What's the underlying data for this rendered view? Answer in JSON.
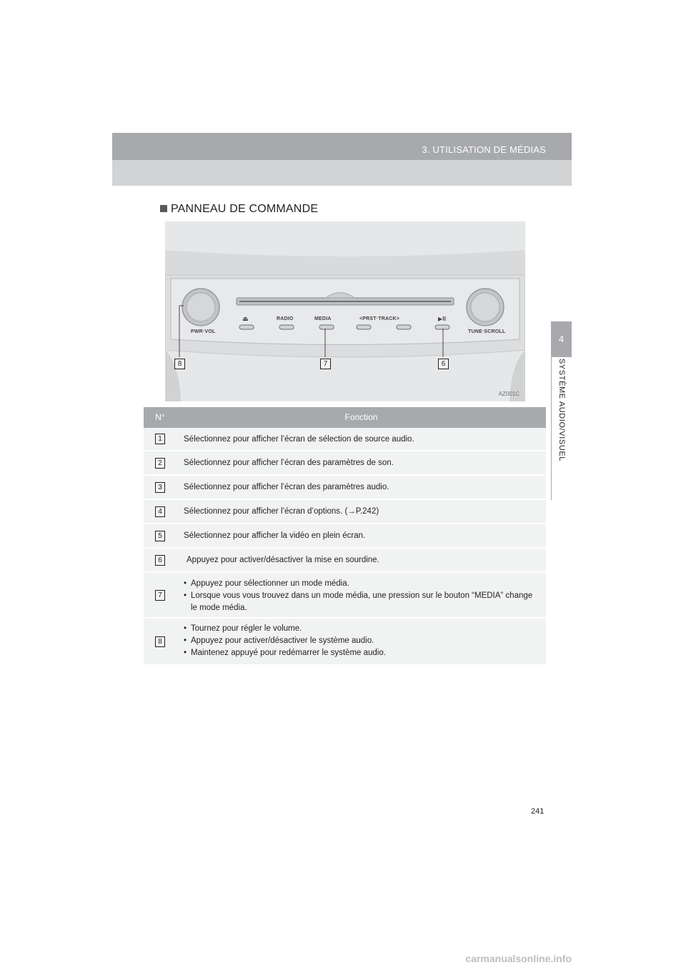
{
  "header": {
    "title": "3. UTILISATION DE MÉDIAS"
  },
  "chapter": {
    "number": "4",
    "label": "SYSTÈME AUDIO/VISUEL"
  },
  "section": {
    "title": "PANNEAU DE COMMANDE"
  },
  "figure": {
    "labels": {
      "pwr_vol": "PWR·VOL",
      "radio": "RADIO",
      "media": "MEDIA",
      "prst_track": "<PRST·TRACK>",
      "play_pause": "▶II",
      "tune_scroll": "TUNE·SCROLL",
      "eject": "⏏"
    },
    "callouts": [
      "8",
      "7",
      "6"
    ],
    "code": "AZ001C"
  },
  "table": {
    "header": {
      "num": "N°",
      "function": "Fonction"
    },
    "rows": [
      {
        "num": "1",
        "lines": [
          "Sélectionnez pour afficher l’écran de sélection de source audio."
        ]
      },
      {
        "num": "2",
        "lines": [
          "Sélectionnez pour afficher l’écran des paramètres de son."
        ]
      },
      {
        "num": "3",
        "lines": [
          "Sélectionnez pour afficher l’écran des paramètres audio."
        ]
      },
      {
        "num": "4",
        "lines": [
          "Sélectionnez pour afficher l’écran d’options. (→P.242)"
        ]
      },
      {
        "num": "5",
        "lines": [
          "Sélectionnez pour afficher la vidéo en plein écran."
        ]
      },
      {
        "num": "6",
        "lines": [
          "Appuyez pour activer/désactiver la mise en sourdine."
        ]
      },
      {
        "num": "7",
        "bullets": [
          "Appuyez pour sélectionner un mode média.",
          "Lorsque vous vous trouvez dans un mode média, une pression sur le bouton “MEDIA” change le mode média."
        ]
      },
      {
        "num": "8",
        "bullets": [
          "Tournez pour régler le volume.",
          "Appuyez pour activer/désactiver le système audio.",
          "Maintenez appuyé pour redémarrer le système audio."
        ]
      }
    ]
  },
  "page_number": "241",
  "watermark": "carmanualsonline.info"
}
